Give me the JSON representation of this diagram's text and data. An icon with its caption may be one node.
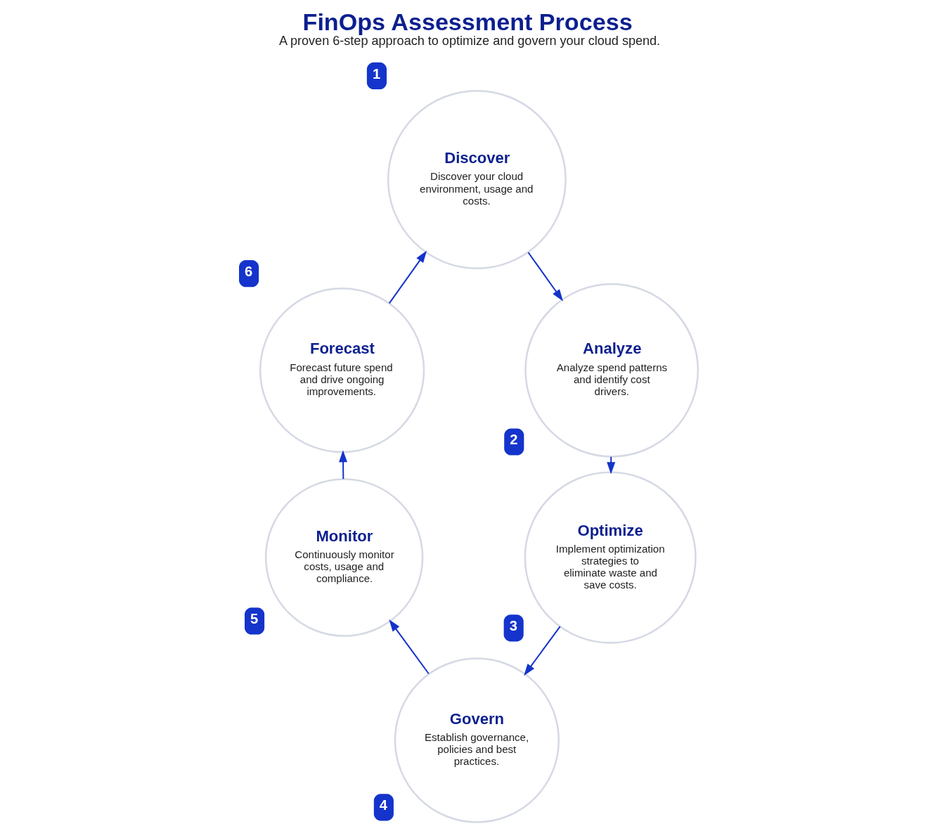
{
  "diagram": {
    "title": "FinOps Assessment Process",
    "caption": "A proven 6-step approach to optimize and govern your cloud spend.",
    "nodes": [
      {
        "text": [
          "Discover",
          "Discover your cloud environment, usage and costs."
        ],
        "beside": [
          "1"
        ]
      },
      {
        "text": [
          "Analyze",
          "Analyze spend patterns and identify cost drivers."
        ],
        "beside": [
          "2"
        ]
      },
      {
        "text": [
          "Optimize",
          "Implement optimization strategies to eliminate waste and save costs."
        ],
        "beside": [
          "3"
        ]
      },
      {
        "text": [
          "Govern",
          "Establish governance, policies and best practices."
        ],
        "beside": [
          "4"
        ]
      },
      {
        "text": [
          "Monitor",
          "Continuously monitor costs, usage and compliance."
        ],
        "beside": [
          "5"
        ]
      },
      {
        "text": [
          "Forecast",
          "Forecast future spend and drive ongoing improvements."
        ],
        "beside": [
          "6"
        ]
      }
    ],
    "edges": [
      {
        "from": 0,
        "to": 1,
        "arrow": "to"
      },
      {
        "from": 1,
        "to": 2,
        "arrow": "to"
      },
      {
        "from": 2,
        "to": 3,
        "arrow": "to"
      },
      {
        "from": 3,
        "to": 4,
        "arrow": "to"
      },
      {
        "from": 4,
        "to": 5,
        "arrow": "to"
      },
      {
        "from": 5,
        "to": 0,
        "arrow": "to"
      }
    ]
  }
}
